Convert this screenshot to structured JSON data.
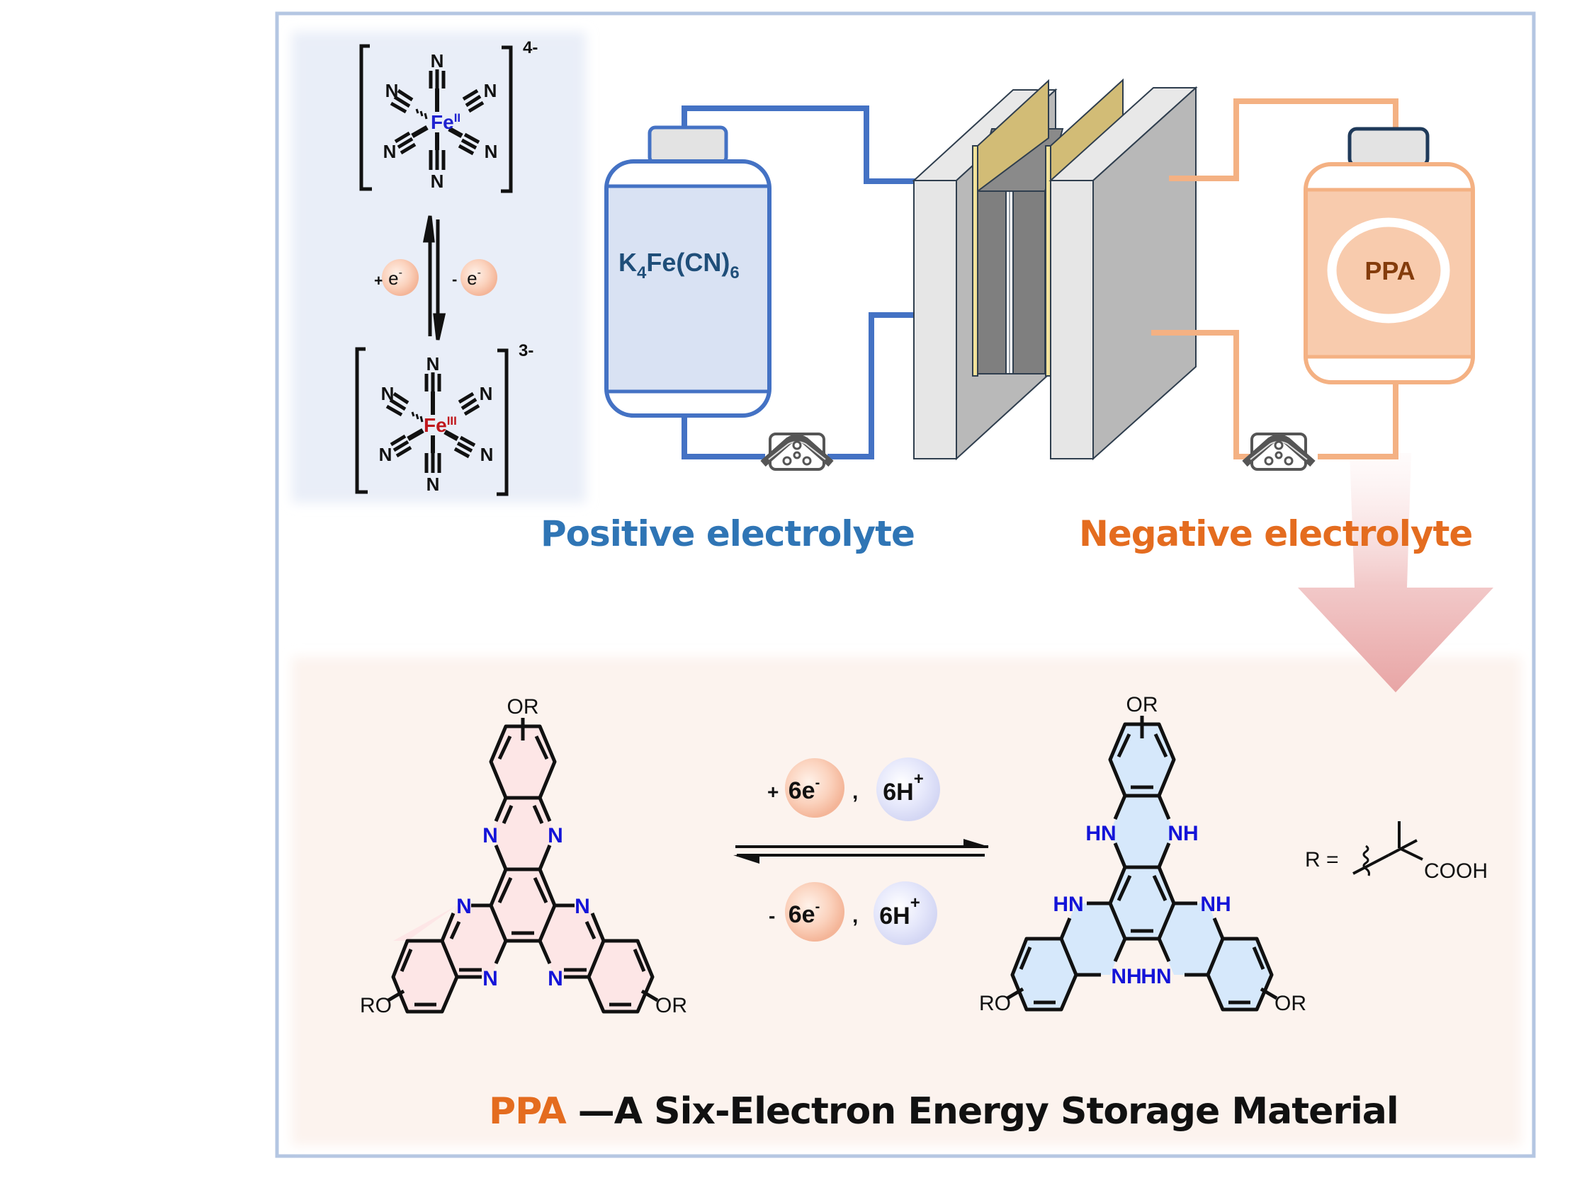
{
  "figure": {
    "title_caption": {
      "highlight": "PPA",
      "rest": " —A Six-Electron Energy Storage Material"
    },
    "positive_side": {
      "label": "Positive electrolyte",
      "tank_label_main": "K",
      "tank_label_sub1": "4",
      "tank_label_mid": "Fe(CN)",
      "tank_label_sub2": "6",
      "color": "#4472c4"
    },
    "negative_side": {
      "label": "Negative electrolyte",
      "tank_label": "PPA",
      "color": "#f4b183"
    },
    "ferrocyanide": {
      "reduced": {
        "metal": "Fe",
        "oxidation": "II",
        "charge": "4-",
        "ligand_atom": "N"
      },
      "oxidized": {
        "metal": "Fe",
        "oxidation": "III",
        "charge": "3-",
        "ligand_atom": "N"
      },
      "add_electron": {
        "sign": "+",
        "particle": "e",
        "superscript": "-"
      },
      "remove_electron": {
        "sign": "-",
        "particle": "e",
        "superscript": "-"
      }
    },
    "reaction": {
      "forward": {
        "sign": "+",
        "electrons": "6e",
        "e_sup": "-",
        "separator": ",",
        "protons": "6H",
        "p_sup": "+"
      },
      "reverse": {
        "sign": "-",
        "electrons": "6e",
        "e_sup": "-",
        "separator": ",",
        "protons": "6H",
        "p_sup": "+"
      }
    },
    "oxidized_molecule": {
      "ring_nitrogen": "N",
      "substituent_top": "OR",
      "substituent_left": "RO",
      "substituent_right": "OR",
      "fill": "#fde6e6"
    },
    "reduced_molecule": {
      "nh_left": "HN",
      "nh_right": "NH",
      "substituent_top": "OR",
      "substituent_left": "RO",
      "substituent_right": "OR",
      "fill": "#d6e8fb"
    },
    "r_group": {
      "label": "R =",
      "acid": "COOH"
    },
    "icons": [
      "pump-icon",
      "pump-icon",
      "flow-cell-stack",
      "down-arrow"
    ]
  }
}
